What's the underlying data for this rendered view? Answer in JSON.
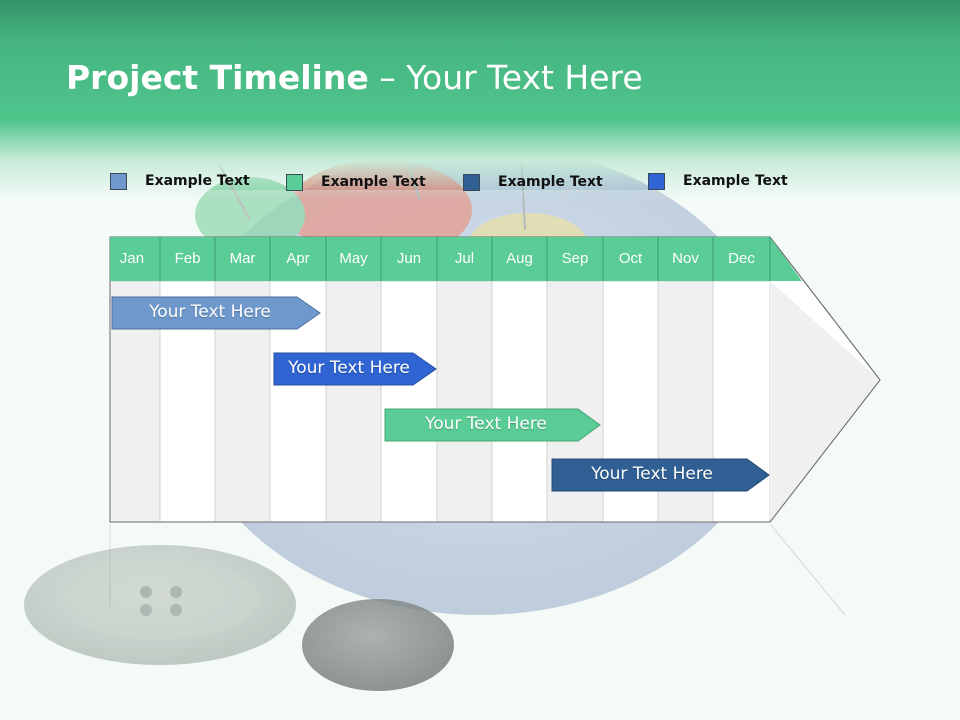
{
  "header": {
    "title_bold": "Project Timeline",
    "title_rest": " – Your Text Here"
  },
  "legend": [
    {
      "label": "Example Text",
      "color": "#6f98cc"
    },
    {
      "label": "Example Text",
      "color": "#5acc95"
    },
    {
      "label": "Example Text",
      "color": "#2f5f93"
    },
    {
      "label": "Example Text",
      "color": "#2f64d2"
    }
  ],
  "timeline": {
    "months": [
      "Jan",
      "Feb",
      "Mar",
      "Apr",
      "May",
      "Jun",
      "Jul",
      "Aug",
      "Sep",
      "Oct",
      "Nov",
      "Dec"
    ],
    "header_color": "#5acc95",
    "tasks": [
      {
        "label": "Your  Text Here",
        "color": "#6f98cc"
      },
      {
        "label": "Your  Text Here",
        "color": "#2f64d2"
      },
      {
        "label": "Your  Text Here",
        "color": "#5acc95"
      },
      {
        "label": "Your  Text Here",
        "color": "#2f5f93"
      }
    ]
  }
}
